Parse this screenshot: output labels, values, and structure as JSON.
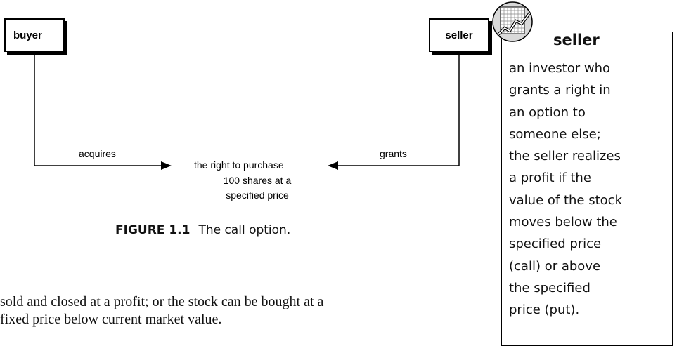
{
  "diagram": {
    "buyer_label": "buyer",
    "seller_label": "seller",
    "acquires_label": "acquires",
    "grants_label": "grants",
    "right_lines": [
      "the right to purchase",
      "100 shares at a",
      "specified price"
    ]
  },
  "figure": {
    "number": "FIGURE 1.1",
    "caption": "The call option."
  },
  "body": {
    "lines": [
      "sold and closed at a profit; or the stock can be bought at a",
      "fixed price below current market value."
    ]
  },
  "sidebar": {
    "icon": "chart-grid-icon",
    "term": "seller",
    "definition_lines": [
      "an investor who",
      "grants a right in",
      "an option to",
      "someone else;",
      "the seller realizes",
      "a profit if the",
      "value of the stock",
      "moves below the",
      "specified price",
      "(call) or above",
      "the specified",
      "price (put)."
    ]
  }
}
